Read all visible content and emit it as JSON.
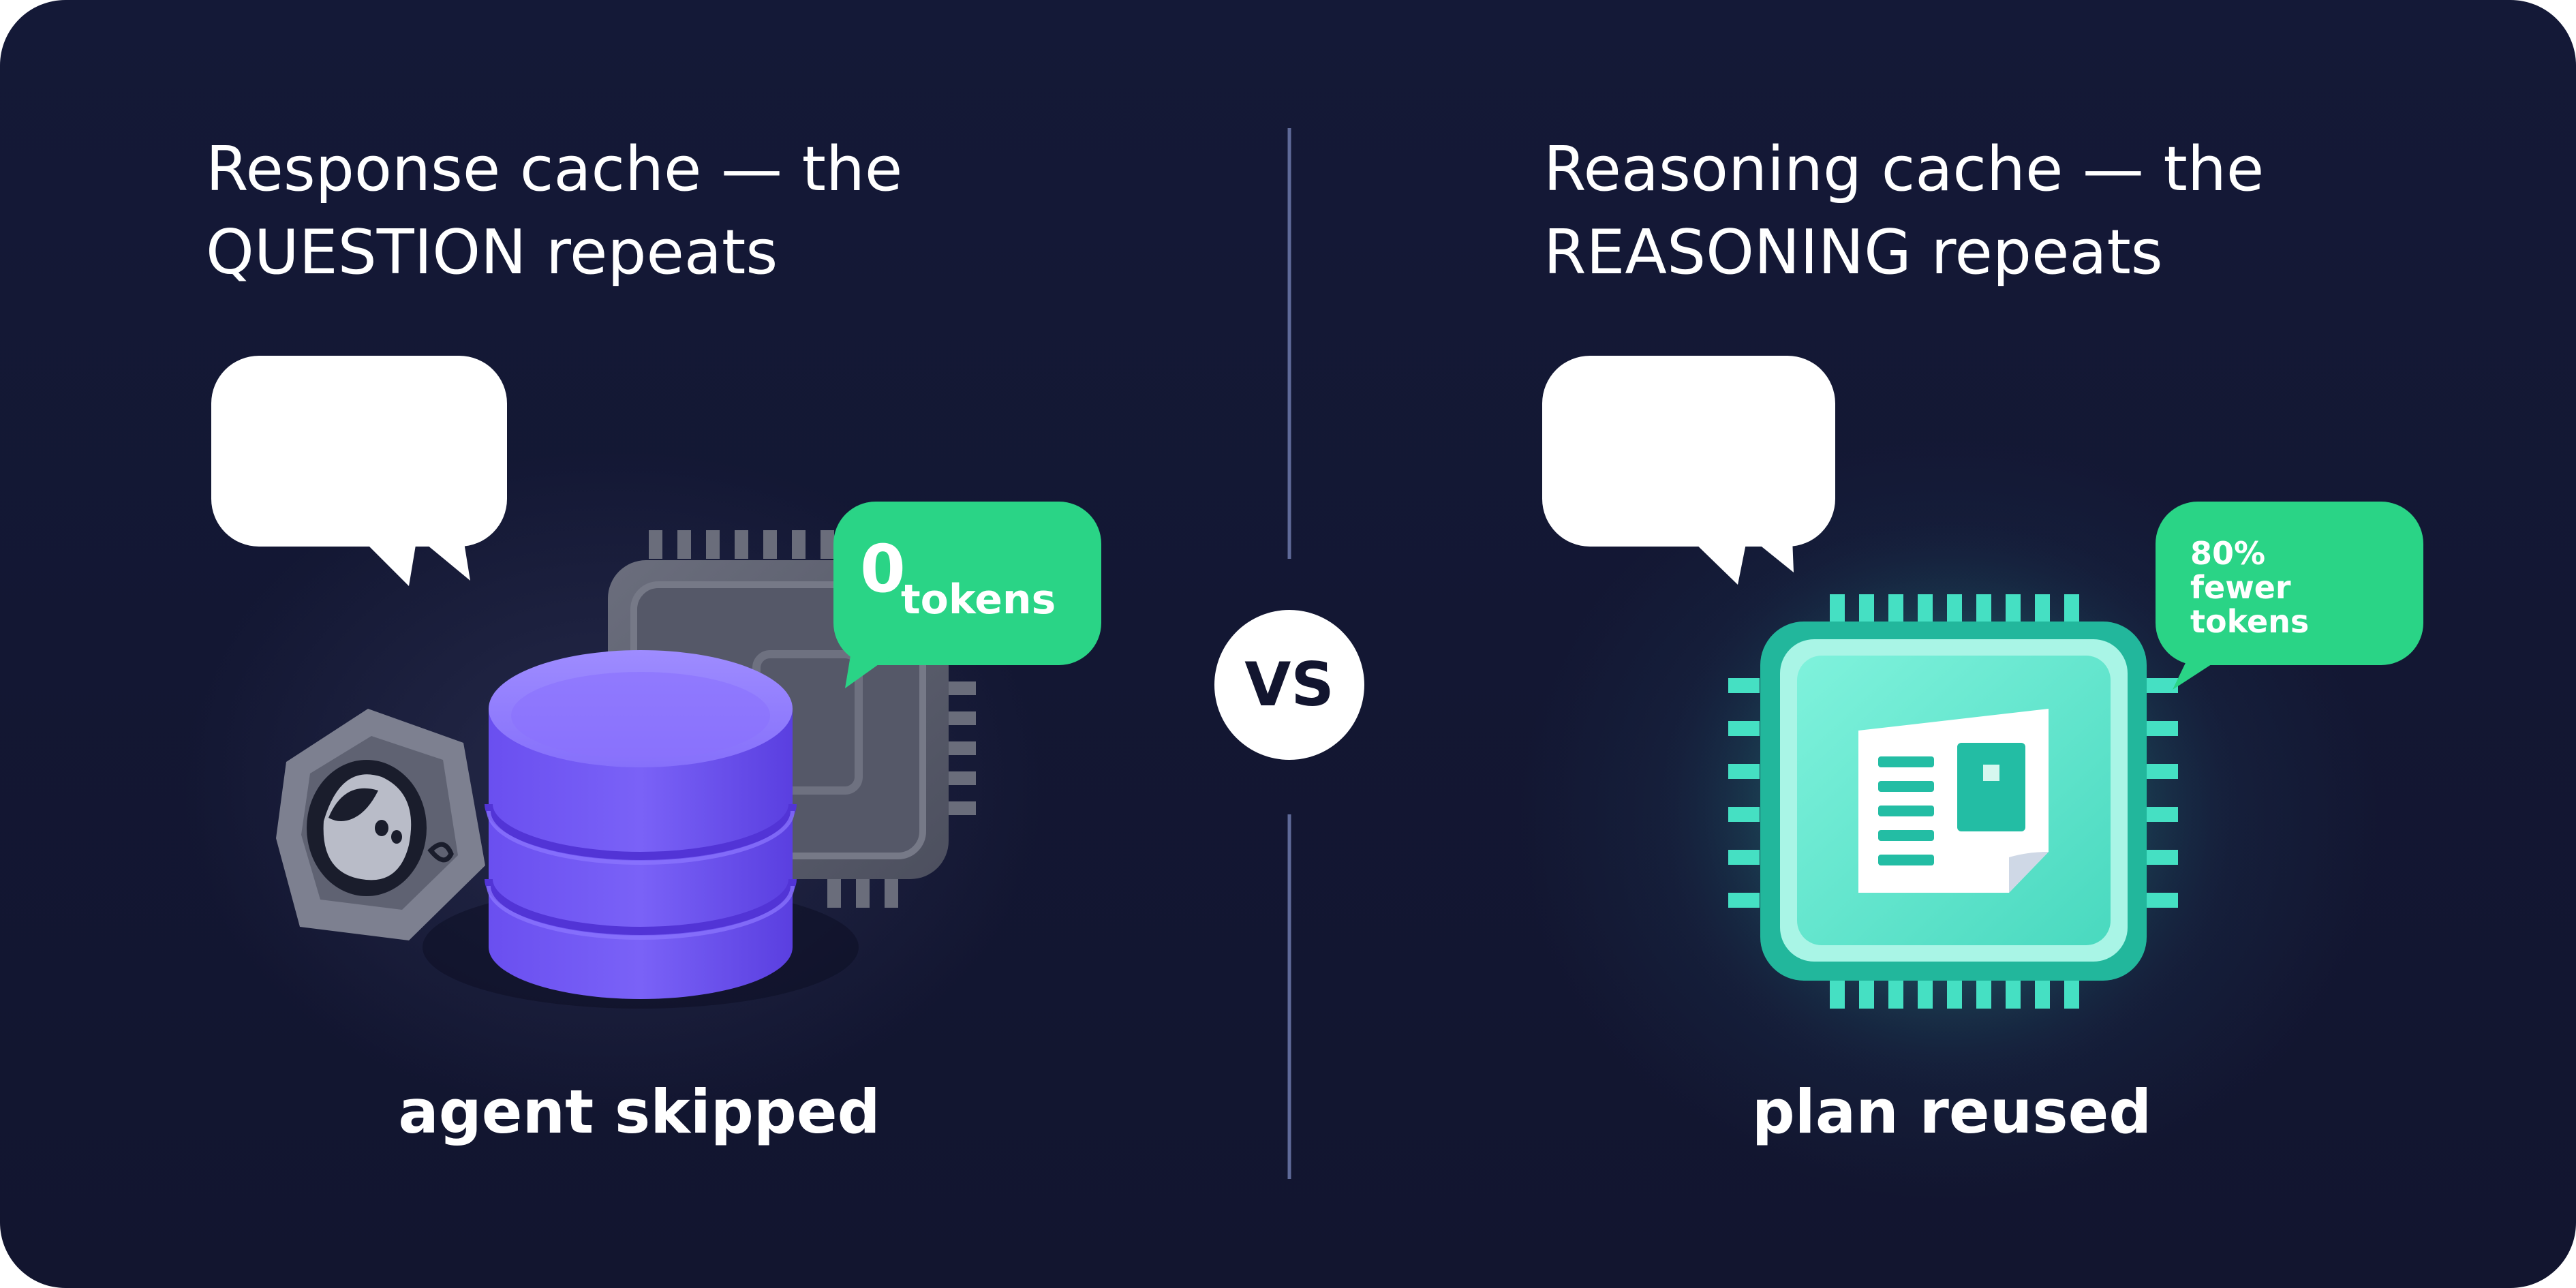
{
  "left": {
    "title_line1": "Response cache — the",
    "title_line2": "QUESTION repeats",
    "badge_number": "0",
    "badge_unit": "tokens",
    "caption": "agent skipped"
  },
  "right": {
    "title_line1": "Reasoning cache — the",
    "title_line2": "REASONING repeats",
    "badge_line1": "80%",
    "badge_line2": "fewer",
    "badge_line3": "tokens",
    "caption": "plan reused"
  },
  "divider_label": "VS",
  "colors": {
    "background": "#141937",
    "badge_green": "#2ad486",
    "database_purple": "#7a5cf5",
    "chip_teal": "#4fe3c8",
    "divider": "#5f6a99"
  }
}
